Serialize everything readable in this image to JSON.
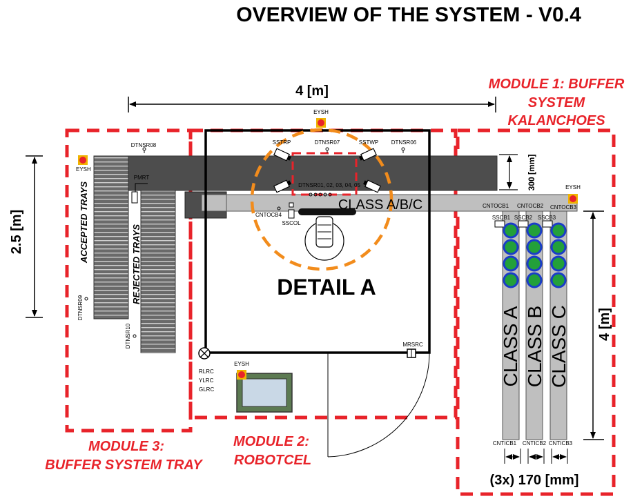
{
  "title": "OVERVIEW OF THE SYSTEM - V0.4",
  "colors": {
    "module_border": "#e8232a",
    "conveyor_dark": "#4d4d4d",
    "conveyor_light": "#bfbfbf",
    "detail_circle": "#f28c1c",
    "pallet_blue": "#1a3cc8",
    "pallet_green": "#23a03a"
  },
  "dimensions": {
    "width_top": "4 [m]",
    "height_left": "2.5 [m]",
    "right_length": "4 [m]",
    "conveyor_width": "300 [mm]",
    "lanes_width": "(3x) 170 [mm]"
  },
  "modules": {
    "m1": [
      "MODULE 1: BUFFER",
      "SYSTEM",
      "KALANCHOES"
    ],
    "m2": [
      "MODULE 2:",
      "ROBOTCEL"
    ],
    "m3": [
      "MODULE 3:",
      "BUFFER SYSTEM TRAY"
    ]
  },
  "labels": {
    "accepted": "ACCEPTED TRAYS",
    "rejected": "REJECTED TRAYS",
    "detail": "DETAIL A",
    "class_abc": "CLASS A/B/C",
    "class_a": "CLASS A",
    "class_b": "CLASS B",
    "class_c": "CLASS C"
  },
  "sensors": {
    "eysh": "EYSH",
    "dtnsr08": "DTNSR08",
    "pmrt": "PMRT",
    "dtnsr09": "DTNSR09",
    "dtnsr10": "DTNSR10",
    "sstrp": "SSTRP",
    "dtnsr07": "DTNSR07",
    "sstwp": "SSTWP",
    "dtnsr06": "DTNSR06",
    "dtnsr_group": "DTNSR01, 02, 03, 04, 05",
    "cntocb4": "CNTOCB4",
    "sscol": "SSCOL",
    "cntocb1": "CNTOCB1",
    "cntocb2": "CNTOCB2",
    "cntocb3": "CNTOCB3",
    "sscb1": "SSCB1",
    "sscb2": "SSCB2",
    "sscb3": "SSCB3",
    "cnticb1": "CNTICB1",
    "cnticb2": "CNTICB2",
    "cnticb3": "CNTICB3",
    "mrsrc": "MRSRC",
    "rlrc": "RLRC",
    "ylrc": "YLRC",
    "glrc": "GLRC"
  }
}
